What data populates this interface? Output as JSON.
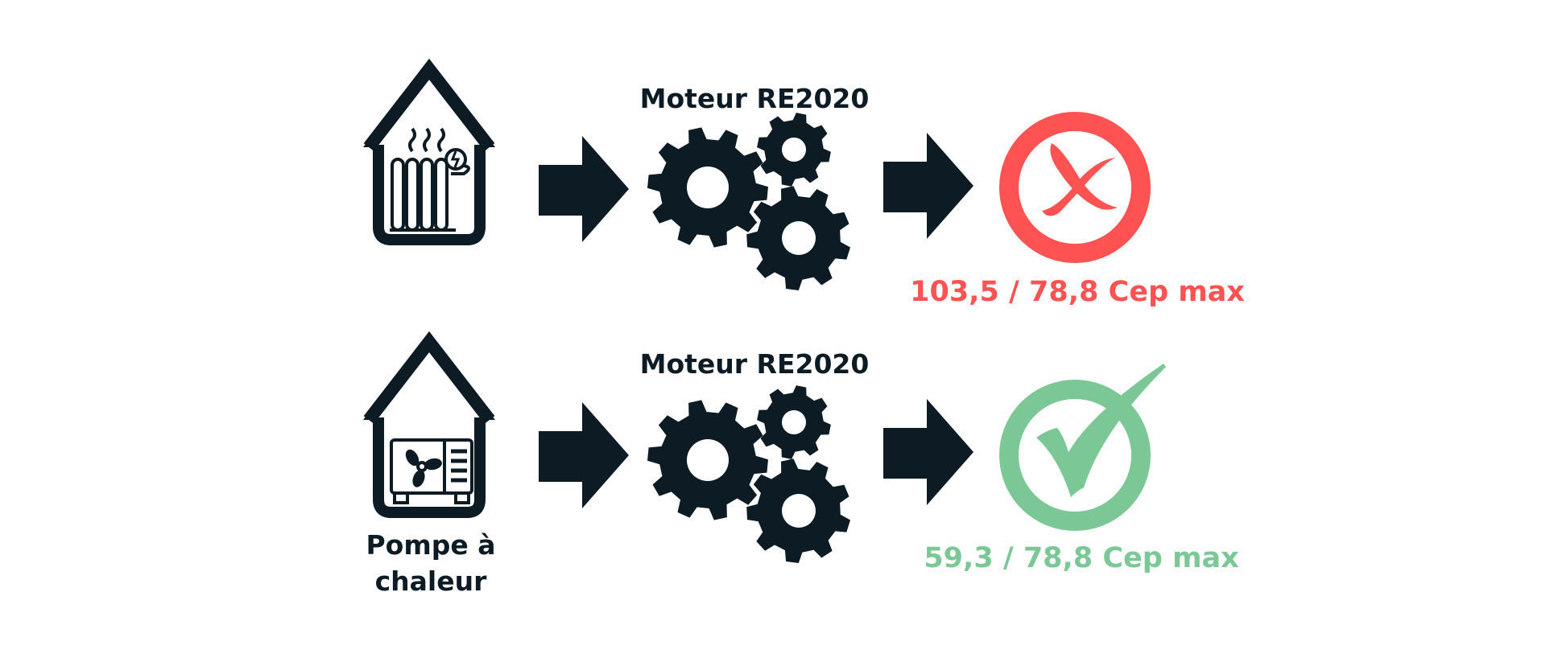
{
  "colors": {
    "dark": "#0d1b24",
    "fail": "#ff5252",
    "pass": "#7bc896"
  },
  "rows": [
    {
      "system_icon": "electric-radiator-house-icon",
      "system_label": "",
      "engine_title": "Moteur RE2020",
      "engine_icon": "gears-icon",
      "result_icon": "cross-circle-icon",
      "result_text": "103,5 / 78,8 Cep max",
      "status": "fail"
    },
    {
      "system_icon": "heat-pump-house-icon",
      "system_label_line1": "Pompe à",
      "system_label_line2": "chaleur",
      "engine_title": "Moteur RE2020",
      "engine_icon": "gears-icon",
      "result_icon": "check-circle-icon",
      "result_text": "59,3 / 78,8 Cep max",
      "status": "pass"
    }
  ]
}
